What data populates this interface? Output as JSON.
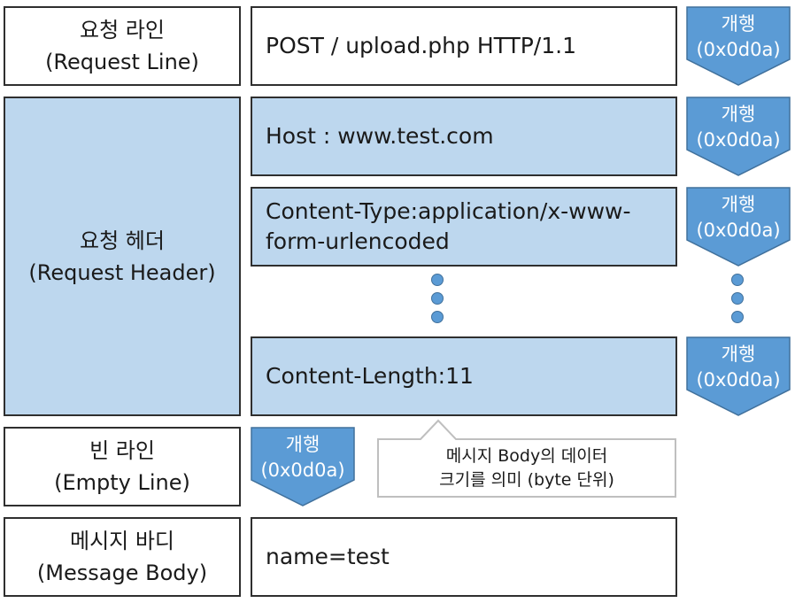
{
  "request_line": {
    "label_ko": "요청 라인",
    "label_en": "(Request Line)",
    "content": "POST / upload.php HTTP/1.1"
  },
  "request_header": {
    "label_ko": "요청 헤더",
    "label_en": "(Request Header)",
    "lines": [
      "Host : www.test.com",
      "Content-Type:application/x-www-",
      "form-urlencoded",
      "Content-Length:11"
    ]
  },
  "empty_line": {
    "label_ko": "빈 라인",
    "label_en": "(Empty Line)"
  },
  "message_body": {
    "label_ko": "메시지 바디",
    "label_en": "(Message Body)",
    "content": "name=test"
  },
  "newline_marker": {
    "label": "개행",
    "code": "(0x0d0a)"
  },
  "callout": {
    "line1": "메시지 Body의 데이터",
    "line2": "크기를 의미 (byte 단위)"
  },
  "colors": {
    "header_fill": "#bdd7ee",
    "arrow_fill": "#5b9bd5",
    "arrow_stroke": "#41719c",
    "border": "#2f2f2f"
  }
}
